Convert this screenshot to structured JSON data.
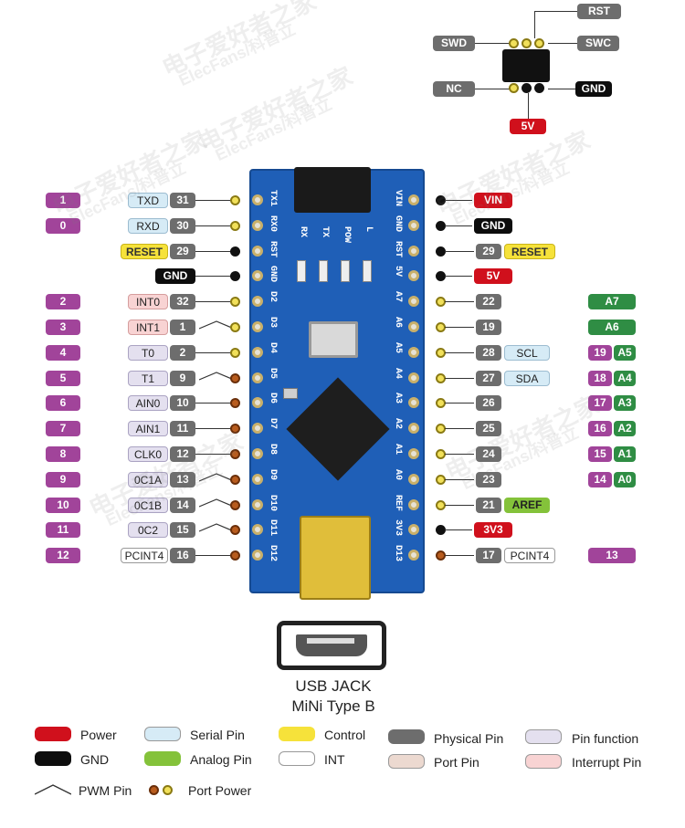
{
  "icsp": {
    "rst": "RST",
    "swd": "SWD",
    "swc": "SWC",
    "nc": "NC",
    "gnd": "GND",
    "v5": "5V"
  },
  "left_pins": [
    {
      "num": "1",
      "func": "TXD",
      "phys": "31",
      "ftype": "serial",
      "dot": "y"
    },
    {
      "num": "0",
      "func": "RXD",
      "phys": "30",
      "ftype": "serial",
      "dot": "y"
    },
    {
      "num": "",
      "func": "RESET",
      "phys": "29",
      "ftype": "control",
      "dot": "k"
    },
    {
      "num": "",
      "func": "GND",
      "phys": "",
      "ftype": "gnd",
      "dot": "k"
    },
    {
      "num": "2",
      "func": "INT0",
      "phys": "32",
      "ftype": "interrupt",
      "dot": "y"
    },
    {
      "num": "3",
      "func": "INT1",
      "phys": "1",
      "ftype": "interrupt",
      "dot": "y"
    },
    {
      "num": "4",
      "func": "T0",
      "phys": "2",
      "ftype": "pinfunc",
      "dot": "y"
    },
    {
      "num": "5",
      "func": "T1",
      "phys": "9",
      "ftype": "pinfunc",
      "dot": "o"
    },
    {
      "num": "6",
      "func": "AIN0",
      "phys": "10",
      "ftype": "pinfunc",
      "dot": "o"
    },
    {
      "num": "7",
      "func": "AIN1",
      "phys": "11",
      "ftype": "pinfunc",
      "dot": "o"
    },
    {
      "num": "8",
      "func": "CLK0",
      "phys": "12",
      "ftype": "pinfunc",
      "dot": "o"
    },
    {
      "num": "9",
      "func": "0C1A",
      "phys": "13",
      "ftype": "pinfunc",
      "dot": "o"
    },
    {
      "num": "10",
      "func": "0C1B",
      "phys": "14",
      "ftype": "pinfunc",
      "dot": "o"
    },
    {
      "num": "11",
      "func": "0C2",
      "phys": "15",
      "ftype": "pinfunc",
      "dot": "o"
    },
    {
      "num": "12",
      "func": "PCINT4",
      "phys": "16",
      "ftype": "int",
      "dot": "o"
    }
  ],
  "right_pins": [
    {
      "phys": "",
      "func": "VIN",
      "ftype": "power",
      "dot": "k",
      "far_num": "",
      "far_a": ""
    },
    {
      "phys": "",
      "func": "GND",
      "ftype": "gnd",
      "dot": "k",
      "far_num": "",
      "far_a": ""
    },
    {
      "phys": "29",
      "func": "RESET",
      "ftype": "control",
      "dot": "k",
      "far_num": "",
      "far_a": ""
    },
    {
      "phys": "",
      "func": "5V",
      "ftype": "power",
      "dot": "k",
      "far_num": "",
      "far_a": ""
    },
    {
      "phys": "22",
      "func": "",
      "ftype": "",
      "dot": "y",
      "far_num": "",
      "far_a": "A7"
    },
    {
      "phys": "19",
      "func": "",
      "ftype": "",
      "dot": "y",
      "far_num": "",
      "far_a": "A6"
    },
    {
      "phys": "28",
      "func": "SCL",
      "ftype": "serial",
      "dot": "y",
      "far_num": "19",
      "far_a": "A5"
    },
    {
      "phys": "27",
      "func": "SDA",
      "ftype": "serial",
      "dot": "y",
      "far_num": "18",
      "far_a": "A4"
    },
    {
      "phys": "26",
      "func": "",
      "ftype": "",
      "dot": "y",
      "far_num": "17",
      "far_a": "A3"
    },
    {
      "phys": "25",
      "func": "",
      "ftype": "",
      "dot": "y",
      "far_num": "16",
      "far_a": "A2"
    },
    {
      "phys": "24",
      "func": "",
      "ftype": "",
      "dot": "y",
      "far_num": "15",
      "far_a": "A1"
    },
    {
      "phys": "23",
      "func": "",
      "ftype": "",
      "dot": "y",
      "far_num": "14",
      "far_a": "A0"
    },
    {
      "phys": "21",
      "func": "AREF",
      "ftype": "analog",
      "dot": "y",
      "far_num": "",
      "far_a": ""
    },
    {
      "phys": "",
      "func": "3V3",
      "ftype": "power",
      "dot": "k",
      "far_num": "",
      "far_a": ""
    },
    {
      "phys": "17",
      "func": "PCINT4",
      "ftype": "int",
      "dot": "o",
      "far_num": "13",
      "far_a": ""
    }
  ],
  "board": {
    "left_labels": [
      "TX1",
      "RX0",
      "RST",
      "GND",
      "D2",
      "D3",
      "D4",
      "D5",
      "D6",
      "D7",
      "D8",
      "D9",
      "D10",
      "D11",
      "D12"
    ],
    "right_labels": [
      "VIN",
      "GND",
      "RST",
      "5V",
      "A7",
      "A6",
      "A5",
      "A4",
      "A3",
      "A2",
      "A1",
      "A0",
      "REF",
      "3V3",
      "D13"
    ],
    "leds": [
      "RX",
      "TX",
      "POW",
      "L"
    ]
  },
  "usb": {
    "line1": "USB JACK",
    "line2": "MiNi Type B"
  },
  "legend": [
    {
      "label": "Power",
      "color": "#d0101c"
    },
    {
      "label": "GND",
      "color": "#0d0d0d"
    },
    {
      "label": "Serial Pin",
      "color": "#d6ebf6"
    },
    {
      "label": "Analog Pin",
      "color": "#84c23a"
    },
    {
      "label": "Control",
      "color": "#f6e23a"
    },
    {
      "label": "INT",
      "color": "#ffffff"
    },
    {
      "label": "Physical Pin",
      "color": "#6d6d6d"
    },
    {
      "label": "Port Pin",
      "color": "#ecd9d0"
    },
    {
      "label": "Pin function",
      "color": "#e4e0ef"
    },
    {
      "label": "Interrupt Pin",
      "color": "#f8d3d3"
    },
    {
      "label": "PWM Pin",
      "color": ""
    },
    {
      "label": "Port Power",
      "color": ""
    }
  ],
  "watermark": {
    "cn": "电子爱好者之家",
    "en": "ElecFans/科普立"
  }
}
